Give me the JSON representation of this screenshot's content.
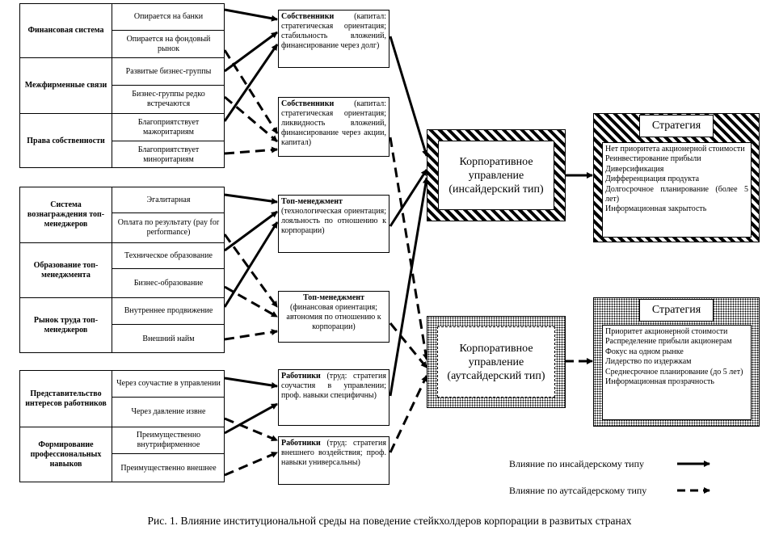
{
  "groups": [
    {
      "rows": [
        {
          "label": "Финансовая система",
          "options": [
            "Опирается на банки",
            "Опирается на фондовый рынок"
          ]
        },
        {
          "label": "Межфирменные связи",
          "options": [
            "Развитые бизнес-группы",
            "Бизнес-группы редко встречаются"
          ]
        },
        {
          "label": "Права собственности",
          "options": [
            "Благоприятствует мажоритариям",
            "Благоприятствует миноритариям"
          ]
        }
      ]
    },
    {
      "rows": [
        {
          "label": "Система вознаграждения топ-менеджеров",
          "options": [
            "Эгалитарная",
            "Оплата по результату (pay for performance)"
          ]
        },
        {
          "label": "Образование топ-менеджмента",
          "options": [
            "Техническое образование",
            "Бизнес-образование"
          ]
        },
        {
          "label": "Рынок труда топ-менеджеров",
          "options": [
            "Внутреннее продвижение",
            "Внешний найм"
          ]
        }
      ]
    },
    {
      "rows": [
        {
          "label": "Представительство интересов работников",
          "options": [
            "Через соучастие в управлении",
            "Через давление извне"
          ]
        },
        {
          "label": "Формирование профессиональных навыков",
          "options": [
            "Преимущественно внутрифирменное",
            "Преимущественно внешнее"
          ]
        }
      ]
    }
  ],
  "stakeholders": [
    {
      "title": "Собственники",
      "text": "(капитал: стратегическая ориентация; стабильность вложений, финансирование через долг)"
    },
    {
      "title": "Собственники",
      "text": "(капитал: стратегическая ориентация; ликвидность вложений, финансирование через акции, капитал)"
    },
    {
      "title": "Топ-менеджмент",
      "text": "(технологическая ориентация; лояльность по отношению к корпорации)"
    },
    {
      "title": "Топ-менеджмент",
      "text": "(финансовая ориентация; автономия по отношению к корпорации)"
    },
    {
      "title": "Работники",
      "text": "(труд: стратегия соучастия в управлении; проф. навыки специфичны)"
    },
    {
      "title": "Работники",
      "text": "(труд: стратегия внешнего воздействия; проф. навыки универсальны)"
    }
  ],
  "governance": {
    "insider": "Корпоративное управление (инсайдерский тип)",
    "outsider": "Корпоративное управление (аутсайдерский тип)"
  },
  "strategies": {
    "insider": {
      "title": "Стратегия",
      "items": [
        "Нет приоритета акционерной стоимости",
        "Реинвестирование прибыли",
        "Диверсификация",
        "Дифференциация продукта",
        "Долгосрочное планирование (более 5 лет)",
        "Информационная закрытость"
      ]
    },
    "outsider": {
      "title": "Стратегия",
      "items": [
        "Приоритет акционерной стоимости",
        "Распределение прибыли акционерам",
        "Фокус на одном рынке",
        "Лидерство по издержкам",
        "Среднесрочное планирование (до 5 лет)",
        "Информационная прозрачность"
      ]
    }
  },
  "legend": {
    "insider": "Влияние по инсайдерскому типу",
    "outsider": "Влияние по аутсайдерскому типу"
  },
  "caption": "Рис. 1. Влияние институциональной среды на поведение стейкхолдеров корпорации в развитых странах"
}
